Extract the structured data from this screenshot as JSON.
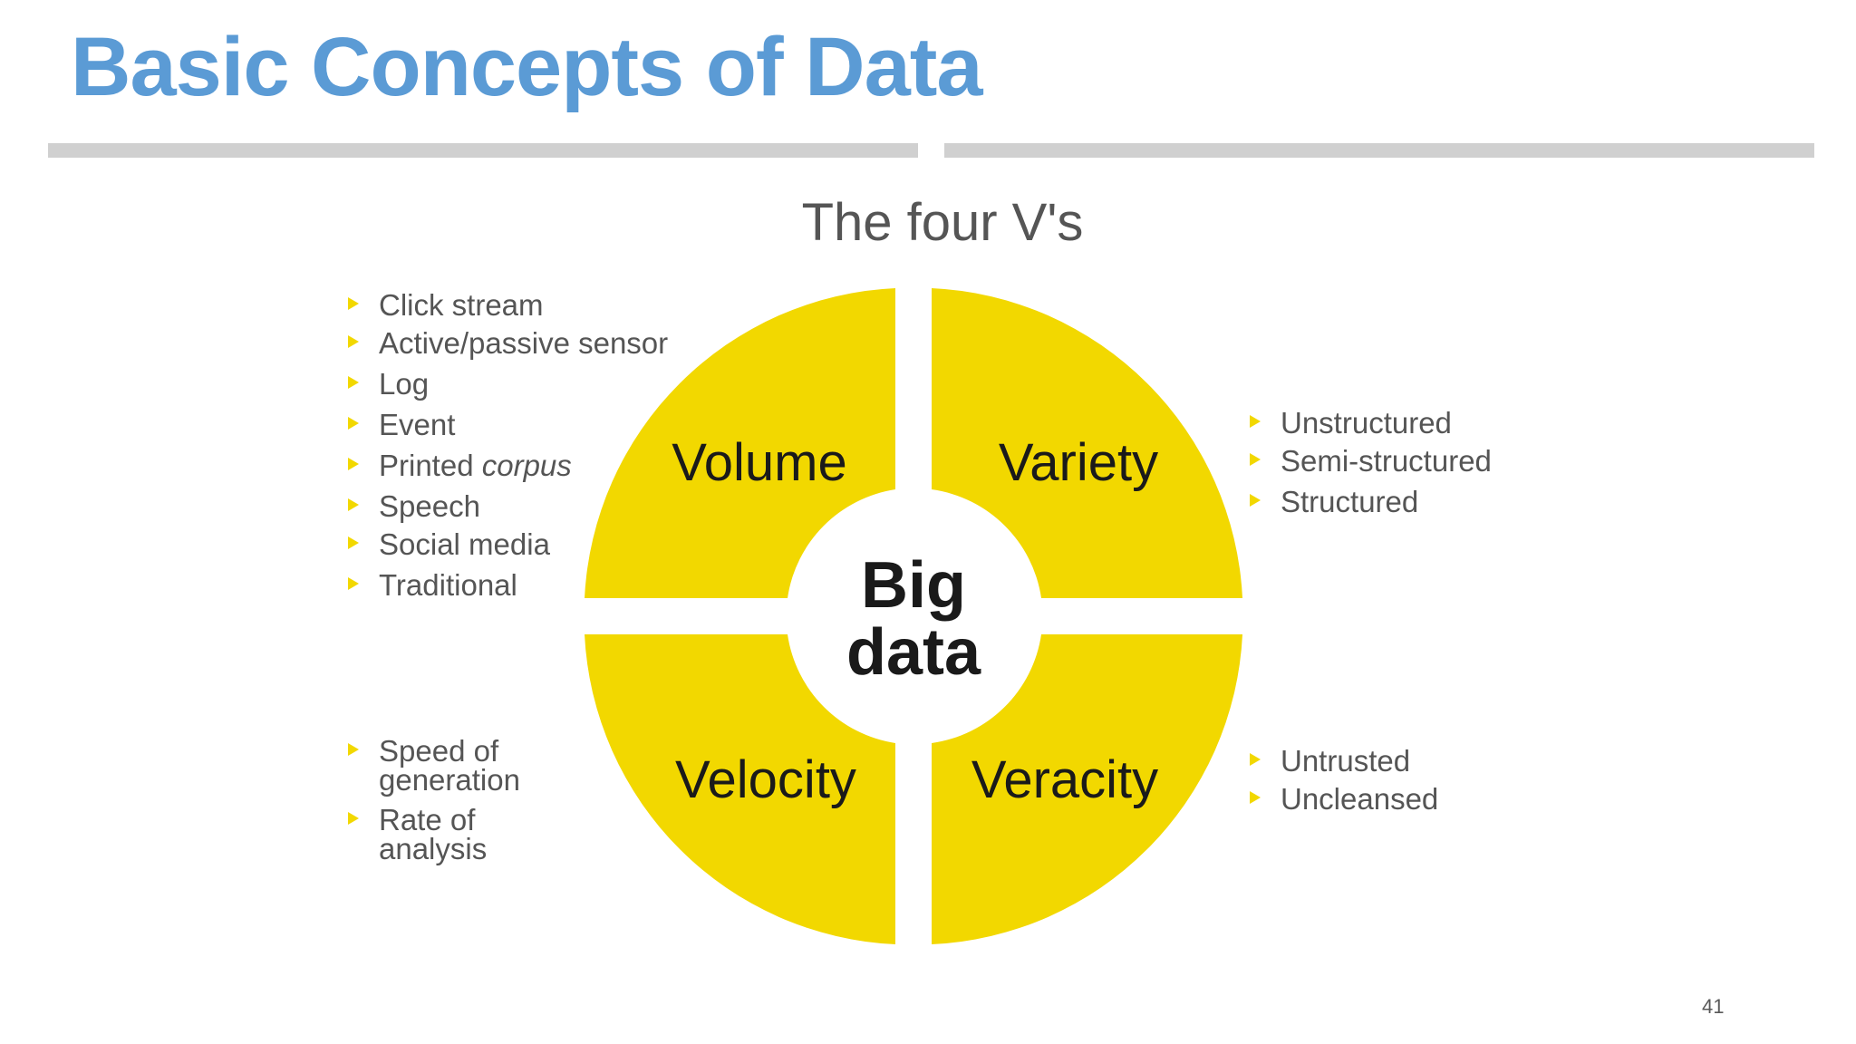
{
  "slide": {
    "title": "Basic Concepts of Data",
    "page_number": "41"
  },
  "diagram": {
    "heading": "The four V's",
    "center_label": [
      "Big",
      "data"
    ],
    "colors": {
      "quadrant": "#f2d800",
      "bullet": "#f2d800",
      "text": "#555555",
      "label": "#1a1a1a",
      "rule": "#d0d0d0",
      "title": "#5b9bd5"
    },
    "quadrants": [
      {
        "id": "volume",
        "label": "Volume",
        "items": [
          "Click stream",
          "Active/passive sensor",
          "Log",
          "Event",
          "Printed corpus",
          "Speech",
          "Social media",
          "Traditional"
        ]
      },
      {
        "id": "variety",
        "label": "Variety",
        "items": [
          "Unstructured",
          "Semi-structured",
          "Structured"
        ]
      },
      {
        "id": "velocity",
        "label": "Velocity",
        "items": [
          "Speed of generation",
          "Rate of analysis"
        ]
      },
      {
        "id": "veracity",
        "label": "Veracity",
        "items": [
          "Untrusted",
          "Uncleansed"
        ]
      }
    ]
  }
}
